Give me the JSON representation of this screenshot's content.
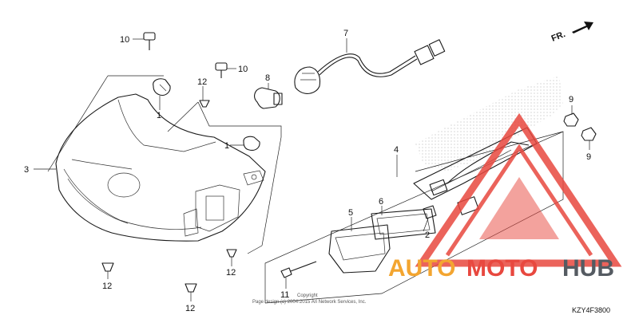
{
  "callouts": {
    "c1a": "1",
    "c1b": "1",
    "c2": "2",
    "c3": "3",
    "c4": "4",
    "c5": "5",
    "c6": "6",
    "c7": "7",
    "c8": "8",
    "c9a": "9",
    "c9b": "9",
    "c10a": "10",
    "c10b": "10",
    "c11": "11",
    "c12a": "12",
    "c12b": "12",
    "c12c": "12",
    "c12d": "12"
  },
  "direction_label": "FR.",
  "copyright": {
    "line1": "Copyright",
    "line2": "Page design (c) 2004-2015 Ari Network Services, Inc."
  },
  "diagram_code": "KZY4F3800",
  "watermark": {
    "part1": "AUTO",
    "part2": "MOTO",
    "part3": "HUB"
  },
  "colors": {
    "watermark_red": "#e8483f",
    "watermark_orange": "#f3a530",
    "watermark_gray": "#555b62"
  }
}
